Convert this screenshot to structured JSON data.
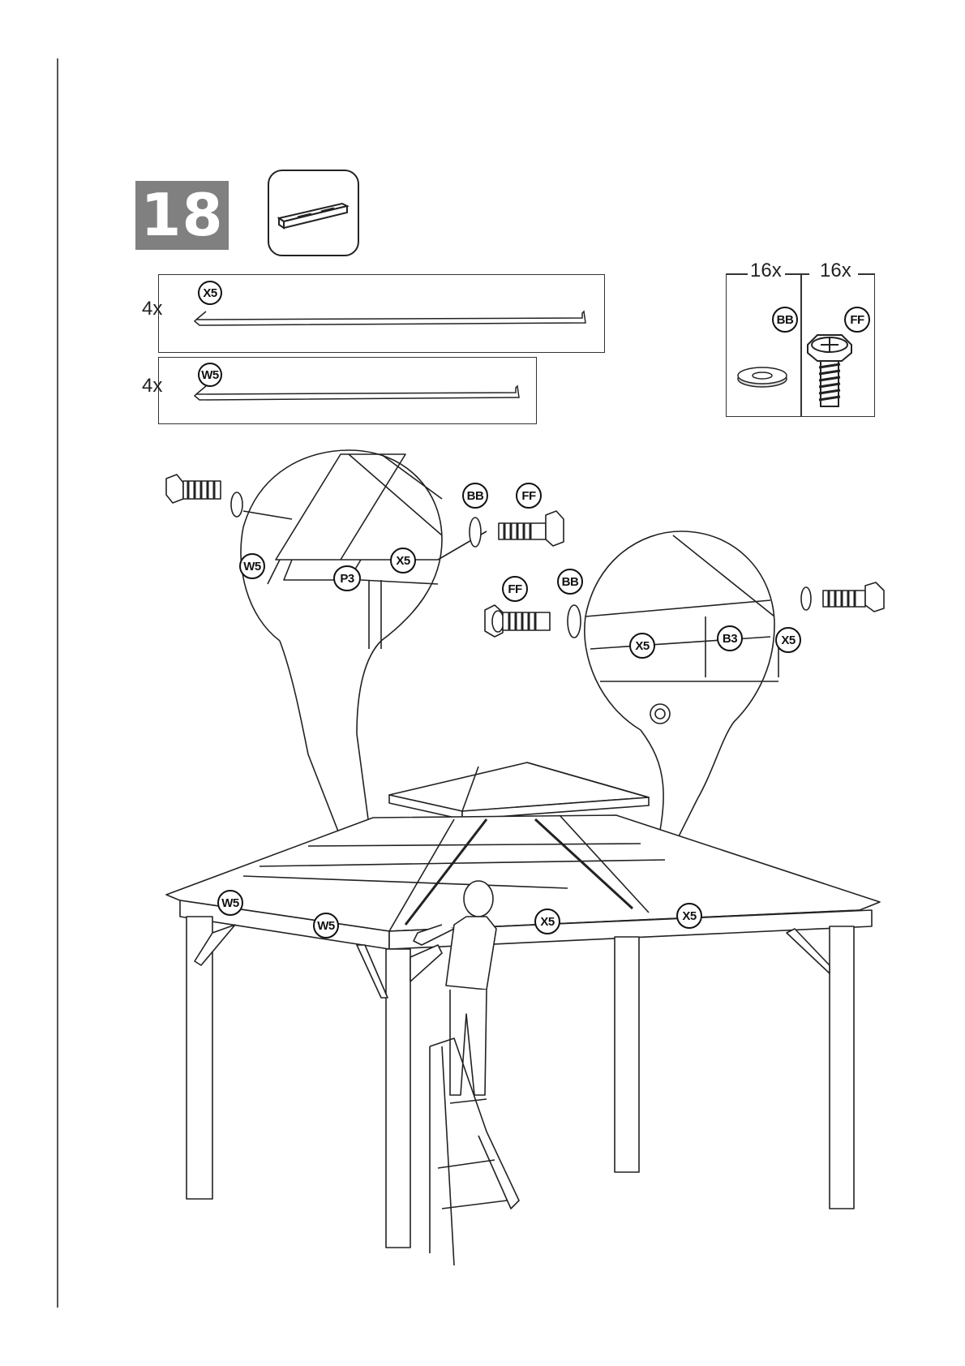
{
  "step": {
    "number": "18"
  },
  "parts": [
    {
      "id": "X5",
      "qty": "4x"
    },
    {
      "id": "W5",
      "qty": "4x"
    }
  ],
  "hardware": [
    {
      "id": "BB",
      "qty": "16x",
      "icon": "washer-icon"
    },
    {
      "id": "FF",
      "qty": "16x",
      "icon": "hex-bolt-icon"
    }
  ],
  "detail_labels": {
    "left": [
      "BB",
      "FF",
      "W5",
      "P3",
      "X5"
    ],
    "right": [
      "FF",
      "BB",
      "X5",
      "B3",
      "X5"
    ]
  },
  "main_labels": [
    "W5",
    "W5",
    "X5",
    "X5"
  ],
  "colors": {
    "badge": "#808080",
    "line": "#222222"
  }
}
